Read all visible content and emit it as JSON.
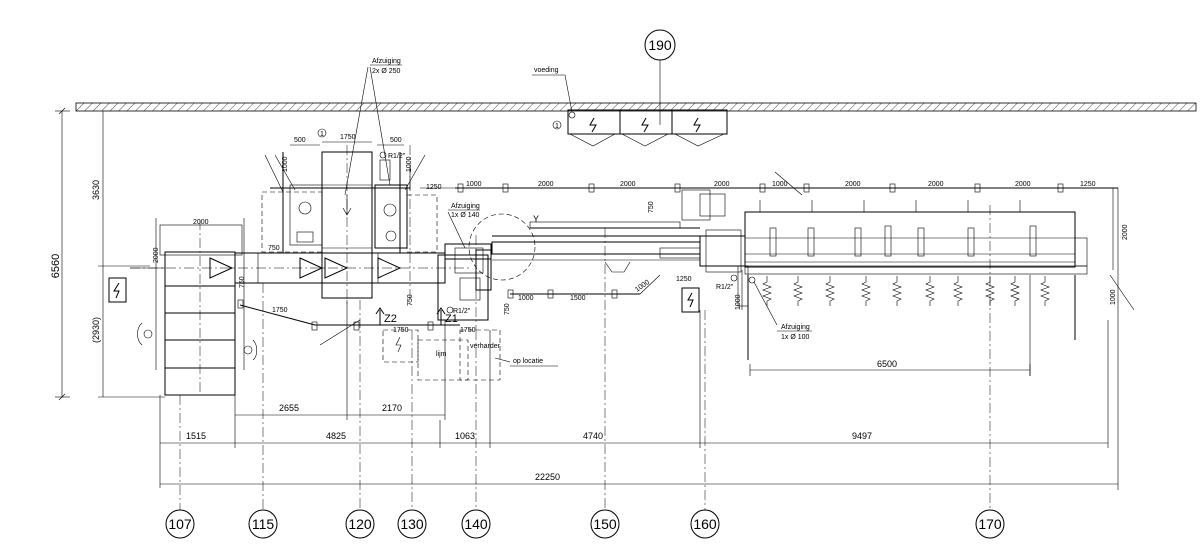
{
  "wall_label_left": "6560",
  "height_dims": {
    "upper": "3630",
    "lower": "(2930)"
  },
  "callouts": {
    "afzuiging_top": "Afzuiging",
    "afzuiging_top_spec": "2x Ø 250",
    "voeding": "voeding",
    "afzuiging_mid": "Afzuiging",
    "afzuiging_mid_spec": "1x Ø 140",
    "afzuiging_right": "Afzuiging",
    "afzuiging_right_spec": "1x Ø 100",
    "verharder": "verharder",
    "op_locatie": "op locatie",
    "lijm": "lijm",
    "r12a": "R1/2\"",
    "r12b": "R1/2\"",
    "r12c": "R1/2\"",
    "y": "Y",
    "z1": "Z1",
    "z2": "Z2",
    "circle1a": "1",
    "circle1b": "1"
  },
  "small_dims": {
    "d1750a": "1750",
    "d500a": "500",
    "d500b": "500",
    "d1000a": "1000",
    "d1000b": "1000",
    "d1250a": "1250",
    "d750a": "750",
    "d2000a": "2000",
    "d2000b": "2000",
    "d1750b": "1750",
    "d1750c": "1750",
    "d1750d": "1750",
    "d750b": "750",
    "d750c": "750",
    "d1000c": "1000",
    "d1500": "1500",
    "d1000d": "1000",
    "d1250b": "1250",
    "d1000e": "1000",
    "d750d": "750",
    "d2000r": "2000",
    "d1000r": "1000",
    "d750r": "750"
  },
  "top_rail_dims": [
    "1000",
    "2000",
    "2000",
    "2000",
    "1000",
    "2000",
    "2000",
    "2000",
    "1250"
  ],
  "dim_6500": "6500",
  "dim_row1": [
    "2655",
    "2170"
  ],
  "dim_row2": [
    "1515",
    "4825",
    "1063",
    "4740",
    "9497"
  ],
  "dim_total": "22250",
  "balloons": [
    "107",
    "115",
    "120",
    "130",
    "140",
    "150",
    "160",
    "170"
  ],
  "balloon_top": "190"
}
